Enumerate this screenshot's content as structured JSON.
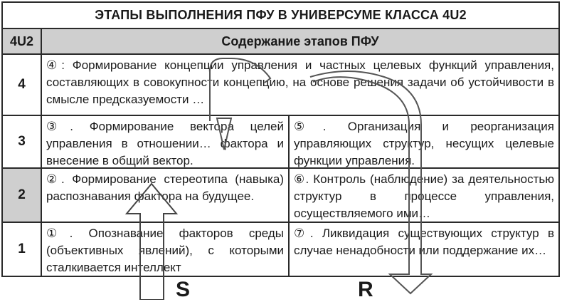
{
  "table": {
    "title": "ЭТАПЫ ВЫПОЛНЕНИЯ ПФУ В УНИВЕРСУМЕ КЛАССА 4U2",
    "header": {
      "col1": "4U2",
      "col2": "Содержание этапов ПФУ"
    },
    "rows": [
      {
        "level": "4",
        "cells": [
          {
            "marker": "④",
            "text": ": Формирование концепции управления и частных целевых функций управления, составляющих в совокупности концепцию, на основе решения задачи об устойчивости в смысле предсказуемости …"
          }
        ]
      },
      {
        "level": "3",
        "cells": [
          {
            "marker": "③",
            "text": ". Формирование вектора целей управления в отношении… фактора и внесение в общий вектор."
          },
          {
            "marker": "⑤",
            "text": ". Организация и реорганизация управляющих структур, несущих целевые функции управления."
          }
        ]
      },
      {
        "level": "2",
        "cells": [
          {
            "marker": "②",
            "text": ". Формирование стереотипа (навыка) распознавания фактора на будущее."
          },
          {
            "marker": "⑥",
            "text": ". Контроль (наблюдение) за деятельностью структур в процессе управления, осуществляемого ими…"
          }
        ]
      },
      {
        "level": "1",
        "cells": [
          {
            "marker": "①",
            "text": ". Опознавание факторов среды (объективных явлений), с которыми сталкивается интеллект"
          },
          {
            "marker": "⑦",
            "text": ". Ликвидация существующих структур в случае ненадобности или поддержание их…"
          }
        ]
      }
    ]
  },
  "arrows": {
    "left_label": "S",
    "right_label": "R"
  },
  "colors": {
    "header_gray": "#cfcfcf",
    "border": "#2a2a2a",
    "text": "#1a1a1a"
  }
}
